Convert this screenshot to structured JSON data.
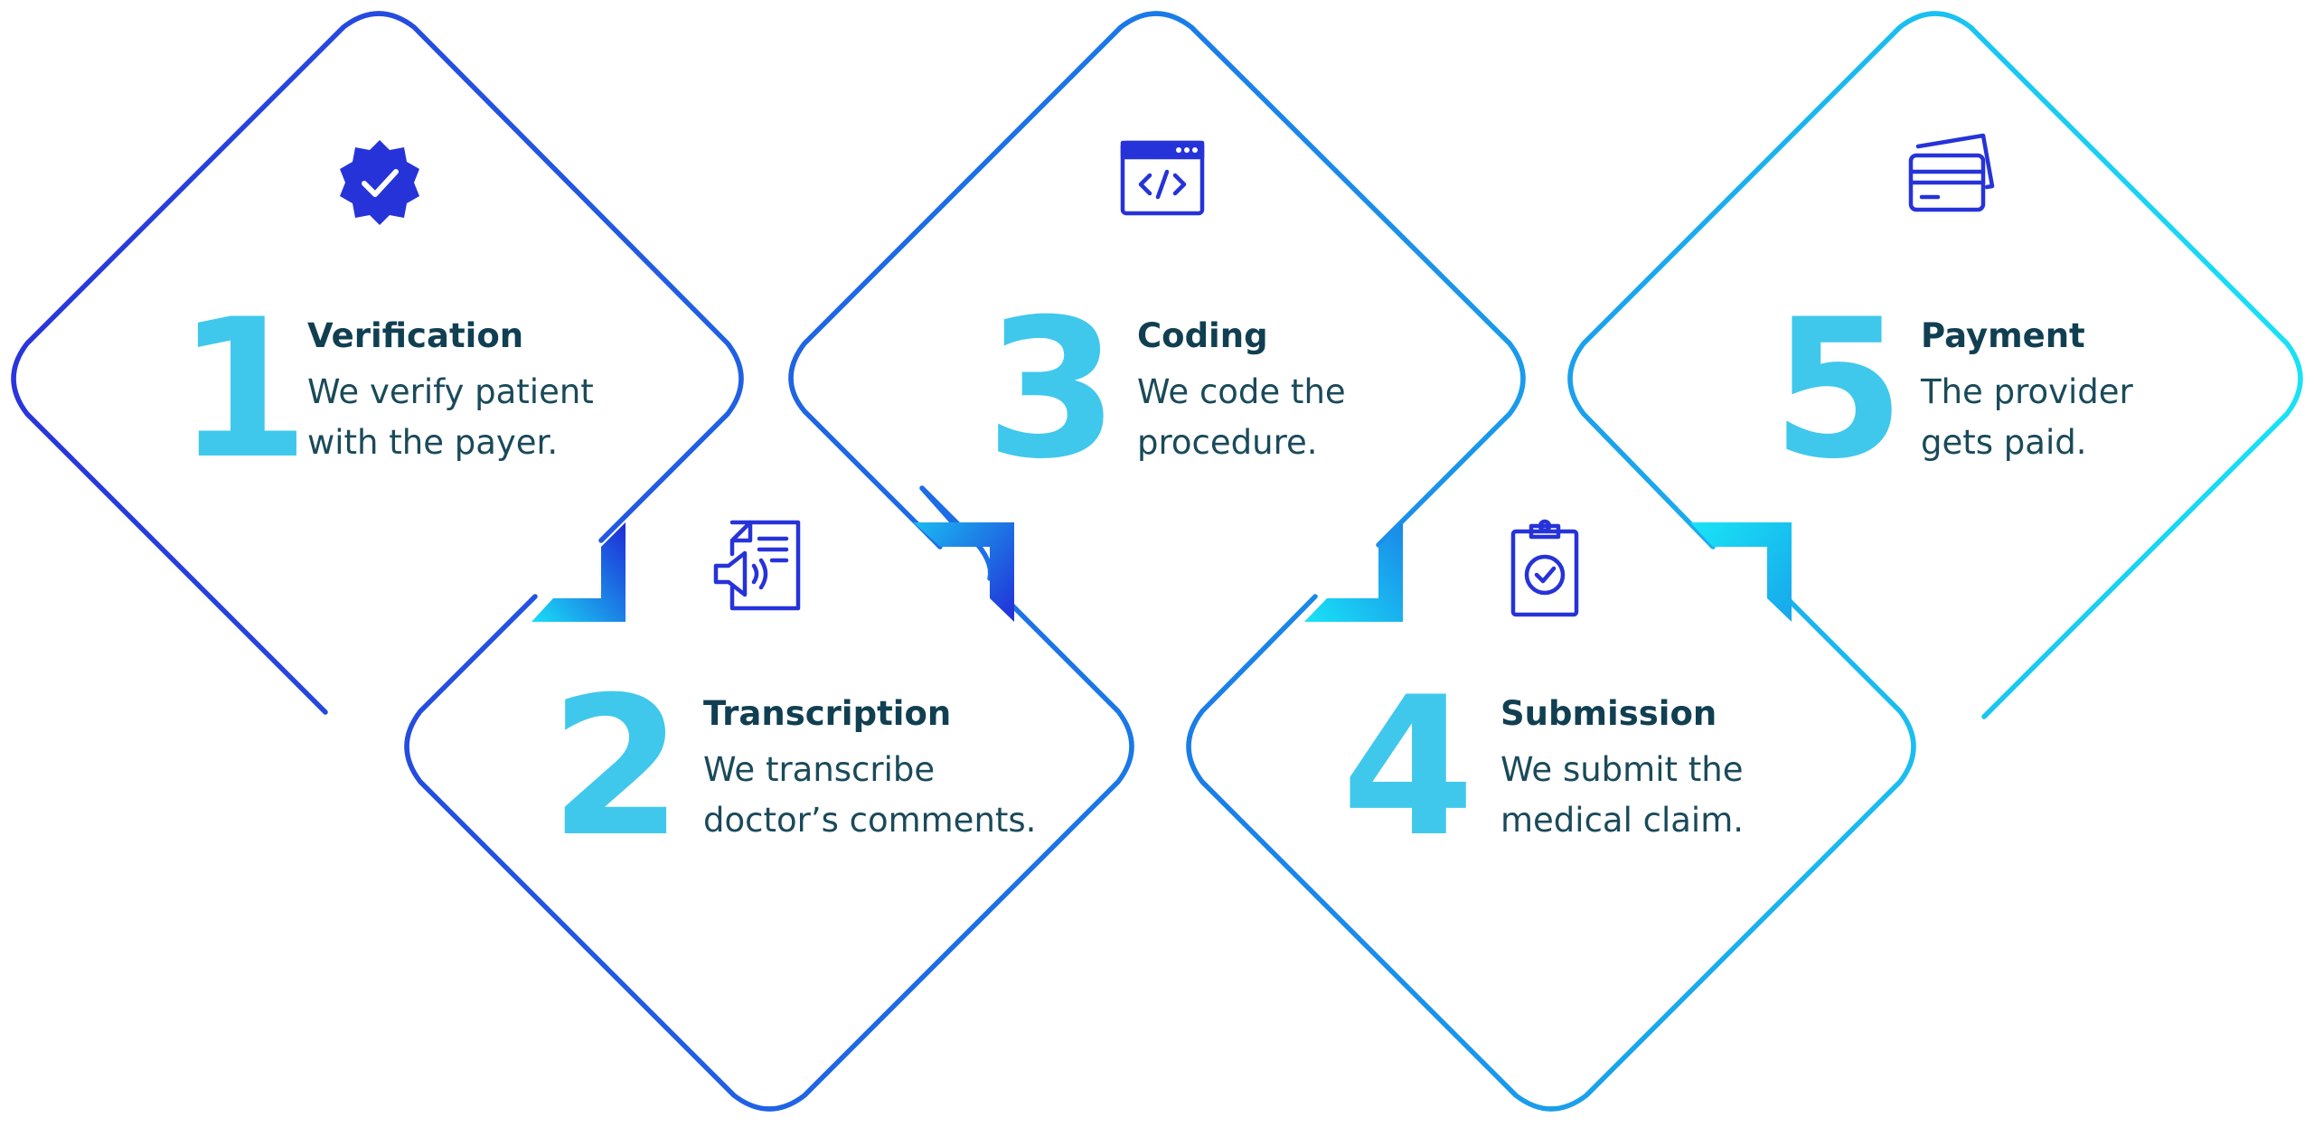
{
  "colors": {
    "stroke_start": "#2a34dc",
    "stroke_end": "#19e3f5",
    "number": "#3fc8ec",
    "title": "#113f52",
    "text": "#1a4a5a",
    "icon": "#2633d9"
  },
  "steps": [
    {
      "number": "1",
      "title": "Verification",
      "desc_line1": "We verify patient",
      "desc_line2": "with the payer.",
      "icon": "verified-badge-icon"
    },
    {
      "number": "2",
      "title": "Transcription",
      "desc_line1": "We transcribe",
      "desc_line2": "doctor’s comments.",
      "icon": "audio-document-icon"
    },
    {
      "number": "3",
      "title": "Coding",
      "desc_line1": "We code the",
      "desc_line2": "procedure.",
      "icon": "code-window-icon"
    },
    {
      "number": "4",
      "title": "Submission",
      "desc_line1": "We submit the",
      "desc_line2": "medical claim.",
      "icon": "clipboard-check-icon"
    },
    {
      "number": "5",
      "title": "Payment",
      "desc_line1": "The provider",
      "desc_line2": "gets paid.",
      "icon": "credit-cards-icon"
    }
  ]
}
